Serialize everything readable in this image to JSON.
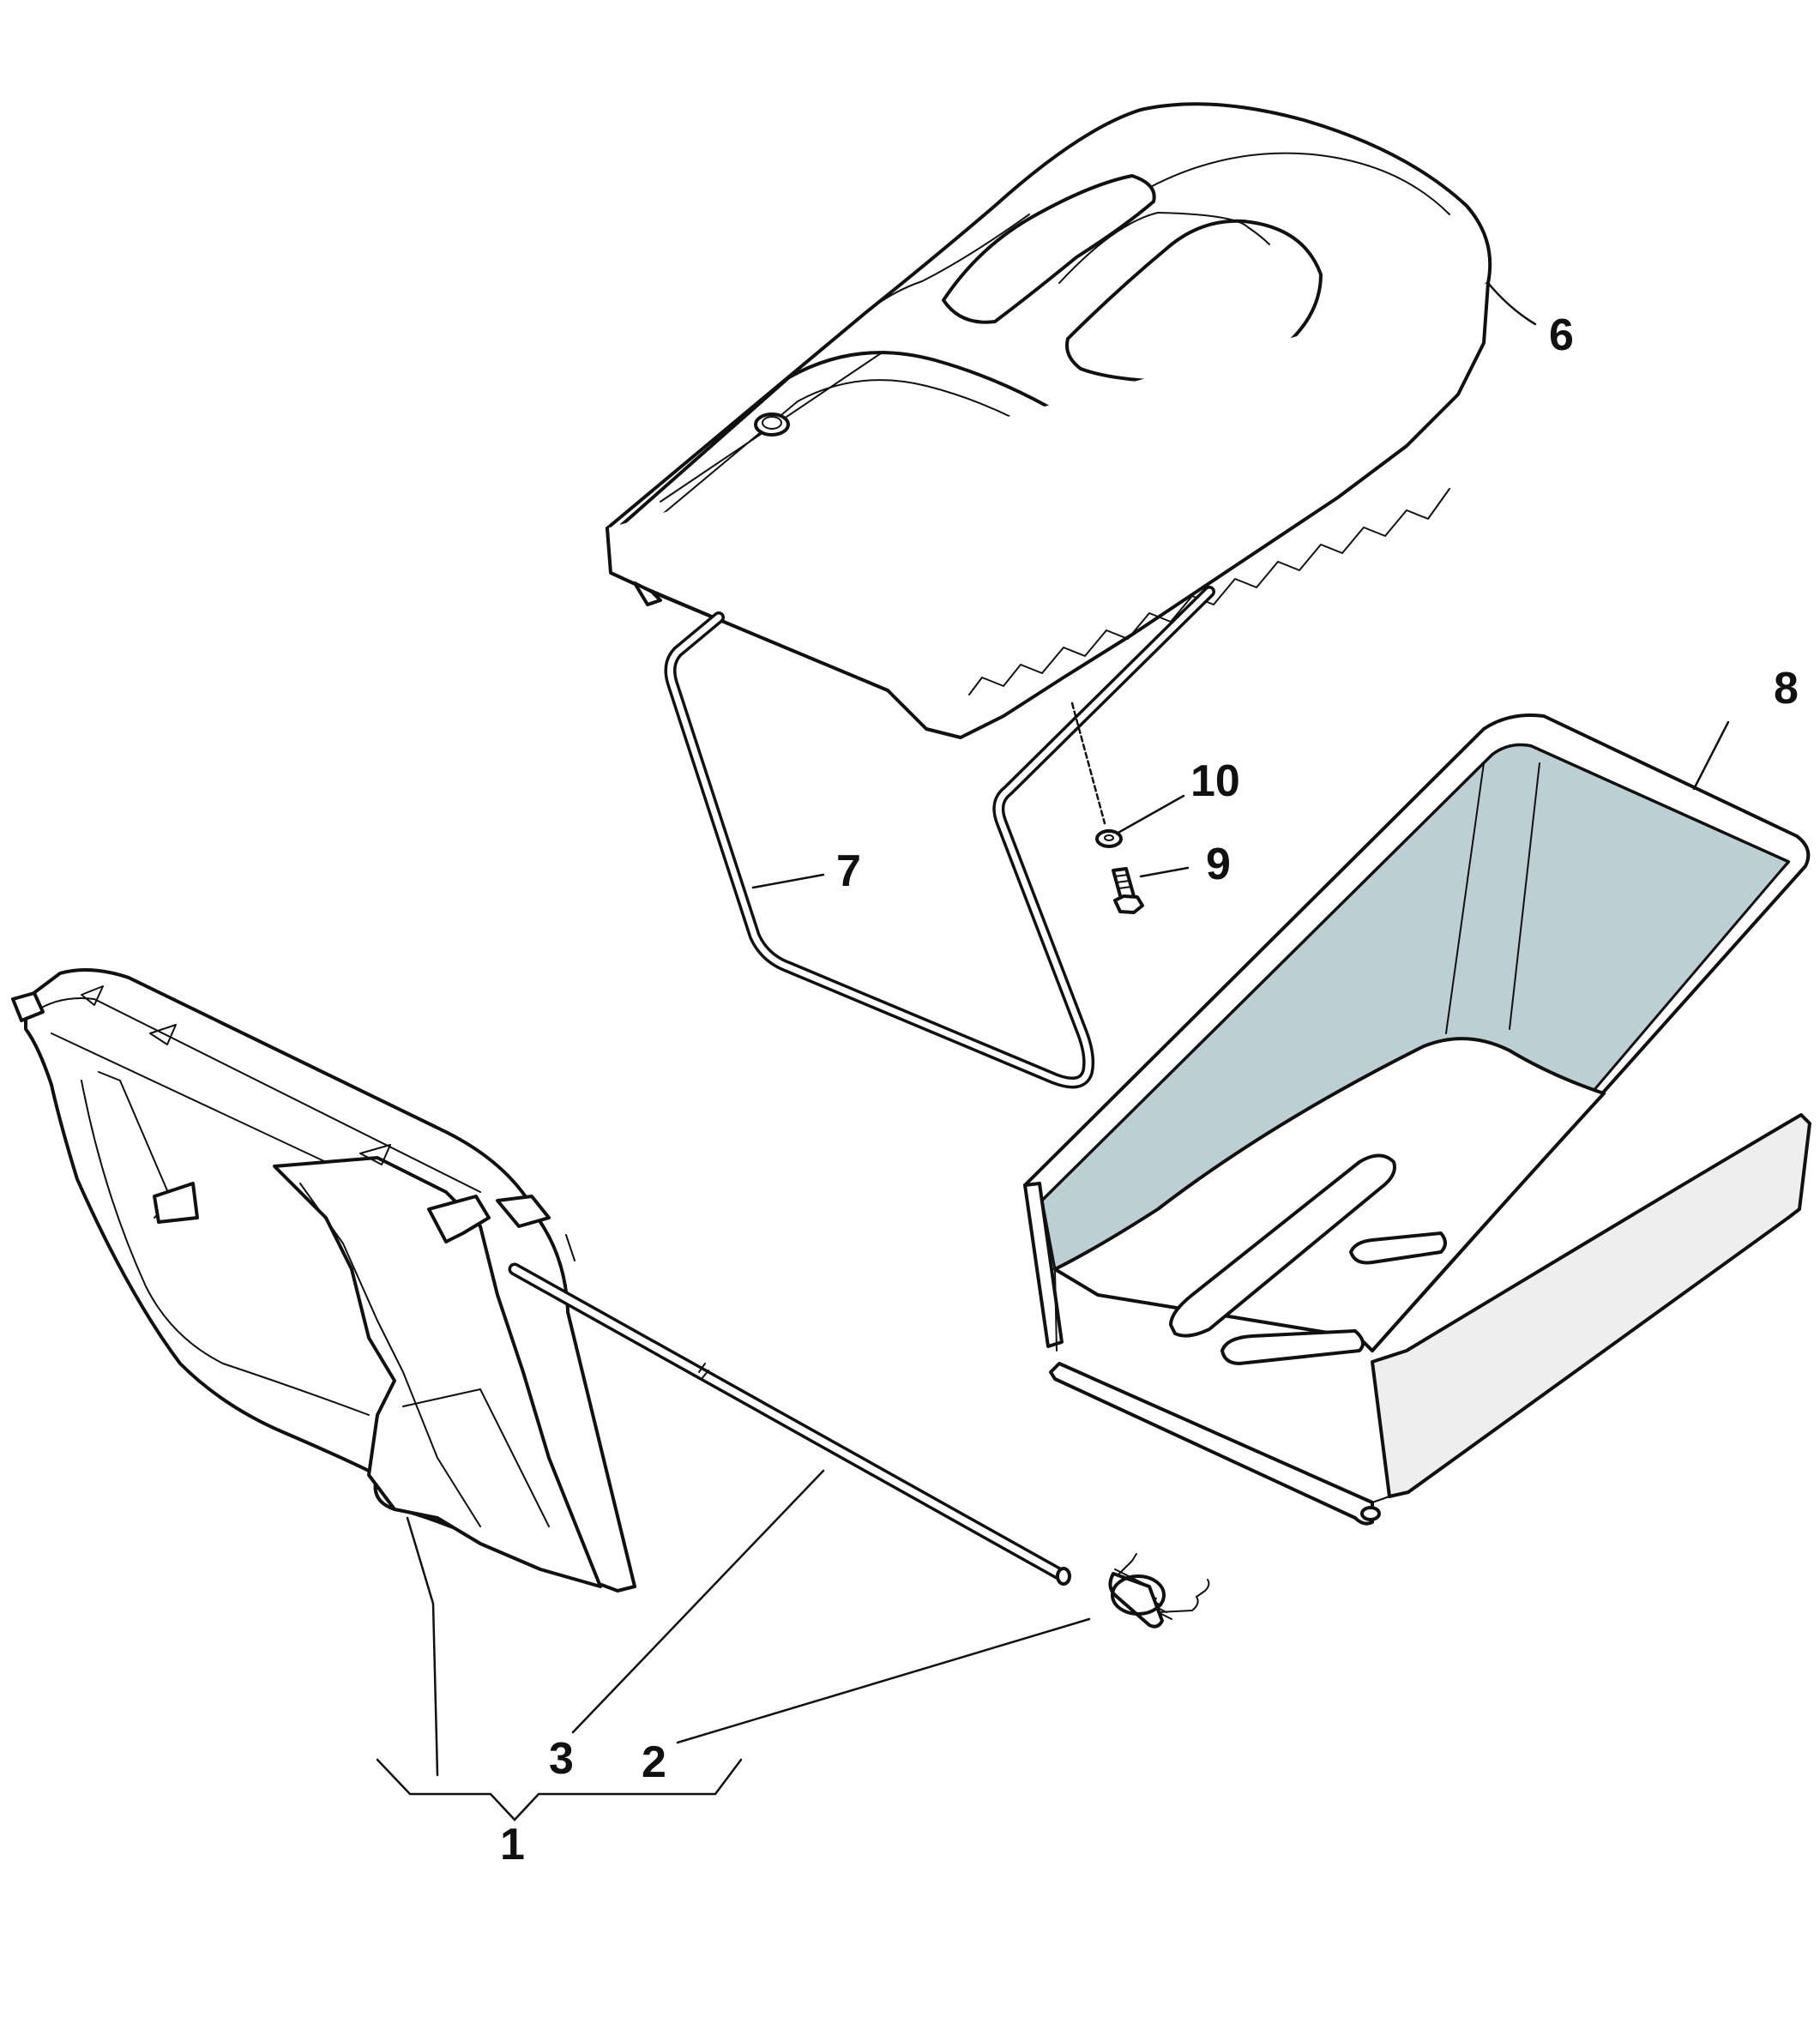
{
  "colors": {
    "line": "#111111",
    "background": "#ffffff",
    "window_tint": "#bcd0d3",
    "side_panel": "#eeeeee"
  },
  "callouts": {
    "c1": "1",
    "c2": "2",
    "c3": "3",
    "c6": "6",
    "c7": "7",
    "c8": "8",
    "c9": "9",
    "c10": "10"
  }
}
